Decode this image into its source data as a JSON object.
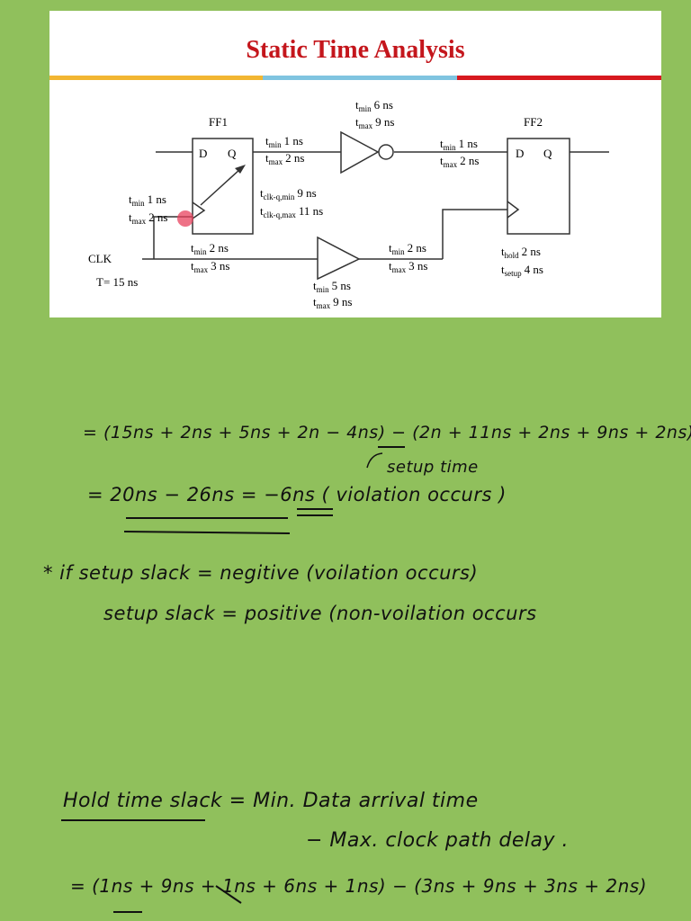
{
  "slide": {
    "title": "Static Time Analysis",
    "stripe_colors": [
      "#f2b632",
      "#7fc4e0",
      "#d7191f"
    ],
    "ff1_label": "FF1",
    "ff2_label": "FF2",
    "d": "D",
    "q": "Q",
    "d2": "D",
    "q2": "Q",
    "clk_label": "CLK",
    "period": "T= 15 ns",
    "inv_min": "6 ns",
    "inv_max": "9 ns",
    "ff1q_min": "1 ns",
    "ff1q_max": "2 ns",
    "ff2d_min": "1 ns",
    "ff2d_max": "2 ns",
    "clkq_min": "9 ns",
    "clkq_max": "11 ns",
    "ff1clk_min": "1 ns",
    "ff1clk_max": "2 ns",
    "clkw_min": "2 ns",
    "clkw_max": "3 ns",
    "buf_out_min": "2 ns",
    "buf_out_max": "3 ns",
    "buf_min": "5 ns",
    "buf_max": "9 ns",
    "hold": "2 ns",
    "setup": "4 ns",
    "t": "t",
    "sub_min": "min",
    "sub_max": "max",
    "sub_clkq_min": "clk-q,min",
    "sub_clkq_max": "clk-q,max",
    "sub_hold": "hold",
    "sub_setup": "setup"
  },
  "notes": {
    "line1": "= (15ns + 2ns + 5ns + 2n − 4ns) − (2n + 11ns + 2ns + 9ns + 2ns)",
    "annot": "setup time",
    "line2": "= 20ns − 26ns = −6ns ( violation occurs )",
    "line3": "* if setup slack = negitive (voilation occurs)",
    "line4": "setup slack = positive (non-voilation occurs",
    "line5": "Hold time slack = Min. Data arrival time",
    "line6": "− Max. clock path delay .",
    "line7": "= (1ns + 9ns + 1ns + 6ns + 1ns) − (3ns + 9ns + 3ns + 2ns)"
  }
}
